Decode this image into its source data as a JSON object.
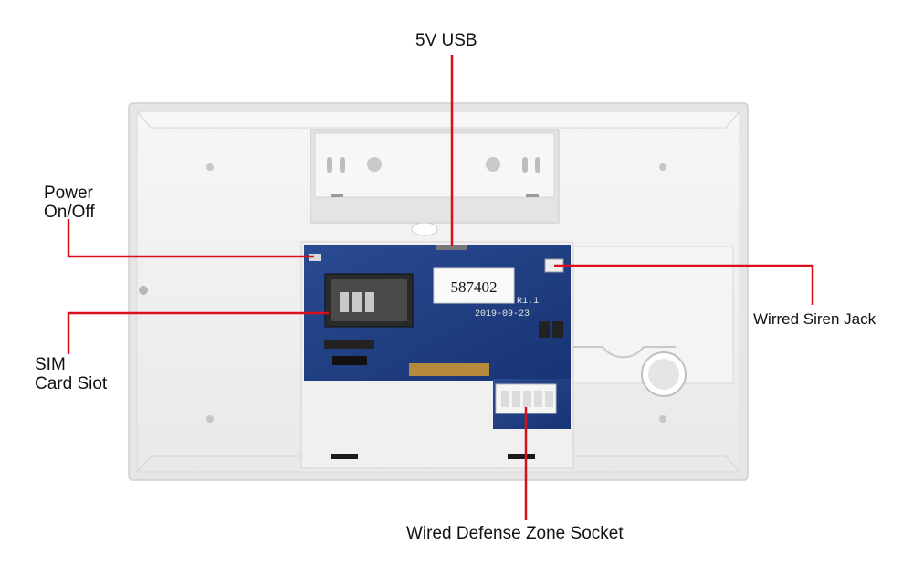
{
  "labels": {
    "usb": "5V USB",
    "power_line1": "Power",
    "power_line2": "On/Off",
    "sim_line1": "SIM",
    "sim_line2": "Card Siot",
    "siren": "Wirred Siren Jack",
    "zone": "Wired Defense Zone Socket"
  },
  "board": {
    "sticker": "587402",
    "version": "R1.1",
    "date": "2019-09-23"
  },
  "colors": {
    "background": "#ffffff",
    "device_body": "#f1f1f1",
    "pcb": "#1f3f86",
    "callout_line": "#d9101a",
    "text": "#111111"
  }
}
